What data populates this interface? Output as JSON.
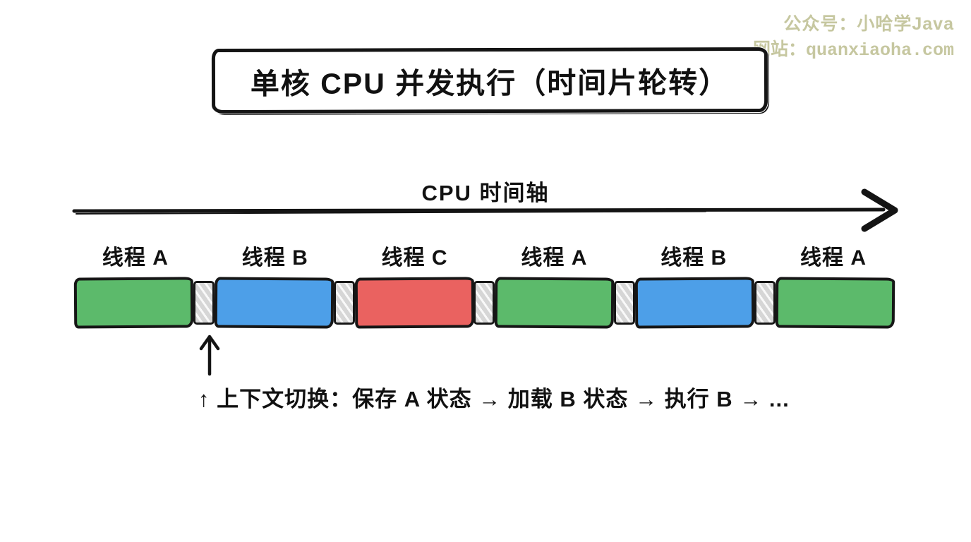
{
  "watermark": {
    "line1": "公众号：小哈学Java",
    "line2": "网站：quanxiaoha.com",
    "color": "#c6c7a0"
  },
  "title": "单核 CPU 并发执行（时间片轮转）",
  "timeline": {
    "axis_label": "CPU 时间轴"
  },
  "threads": {
    "colors": {
      "A": "#5cba6b",
      "B": "#4d9fe8",
      "C": "#ea6260",
      "switch": "#d6d6d6"
    },
    "slices": [
      {
        "label": "线程 A",
        "thread": "A"
      },
      {
        "label": "线程 B",
        "thread": "B"
      },
      {
        "label": "线程 C",
        "thread": "C"
      },
      {
        "label": "线程 A",
        "thread": "A"
      },
      {
        "label": "线程 B",
        "thread": "B"
      },
      {
        "label": "线程 A",
        "thread": "A"
      }
    ]
  },
  "annotation": {
    "text": "↑ 上下文切换：保存 A 状态 → 加载 B 状态 → 执行 B → ..."
  }
}
